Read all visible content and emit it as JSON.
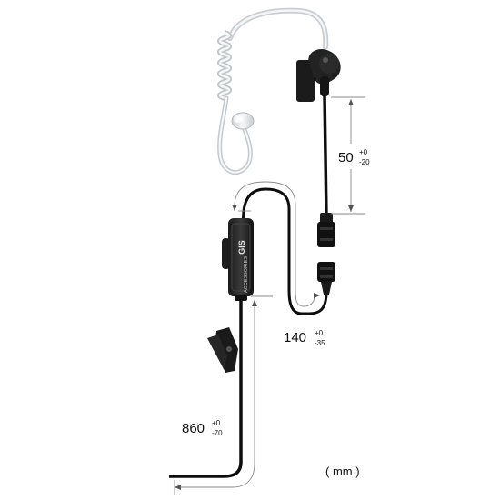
{
  "product": {
    "brand_mark": "GIS",
    "ptt_brand": "ACCESSORIES"
  },
  "dimensions": {
    "upper": {
      "value": "50",
      "tol_plus": "+0",
      "tol_minus": "-20"
    },
    "loop": {
      "value": "140",
      "tol_plus": "+0",
      "tol_minus": "-35"
    },
    "cable": {
      "value": "860",
      "tol_plus": "+0",
      "tol_minus": "-70"
    }
  },
  "units": "( mm )",
  "colors": {
    "cable": "#0d0d0d",
    "dimension_line": "#8a8a8a",
    "tube": "#d9dde0"
  }
}
